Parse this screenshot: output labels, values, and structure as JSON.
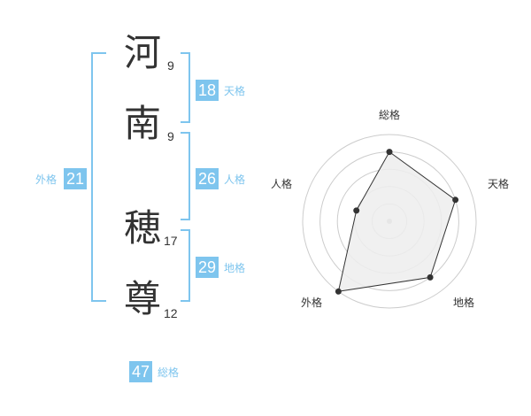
{
  "name": {
    "chars": [
      {
        "char": "河",
        "strokes": "9"
      },
      {
        "char": "南",
        "strokes": "9"
      },
      {
        "char": "穂",
        "strokes": "17"
      },
      {
        "char": "尊",
        "strokes": "12"
      }
    ]
  },
  "fortune": {
    "tenkaku": {
      "value": "18",
      "label": "天格"
    },
    "jinkaku": {
      "value": "26",
      "label": "人格"
    },
    "chikaku": {
      "value": "29",
      "label": "地格"
    },
    "gaikaku": {
      "value": "21",
      "label": "外格"
    },
    "soukaku": {
      "value": "47",
      "label": "総格"
    }
  },
  "chart_data": {
    "type": "radar",
    "axes": [
      "総格",
      "天格",
      "地格",
      "外格",
      "人格"
    ],
    "values": [
      4,
      4,
      4,
      5,
      2
    ],
    "max": 5,
    "colors": {
      "fill": "#ededed",
      "line": "#333333",
      "grid": "#cccccc",
      "accent": "#7ec5ee"
    }
  }
}
